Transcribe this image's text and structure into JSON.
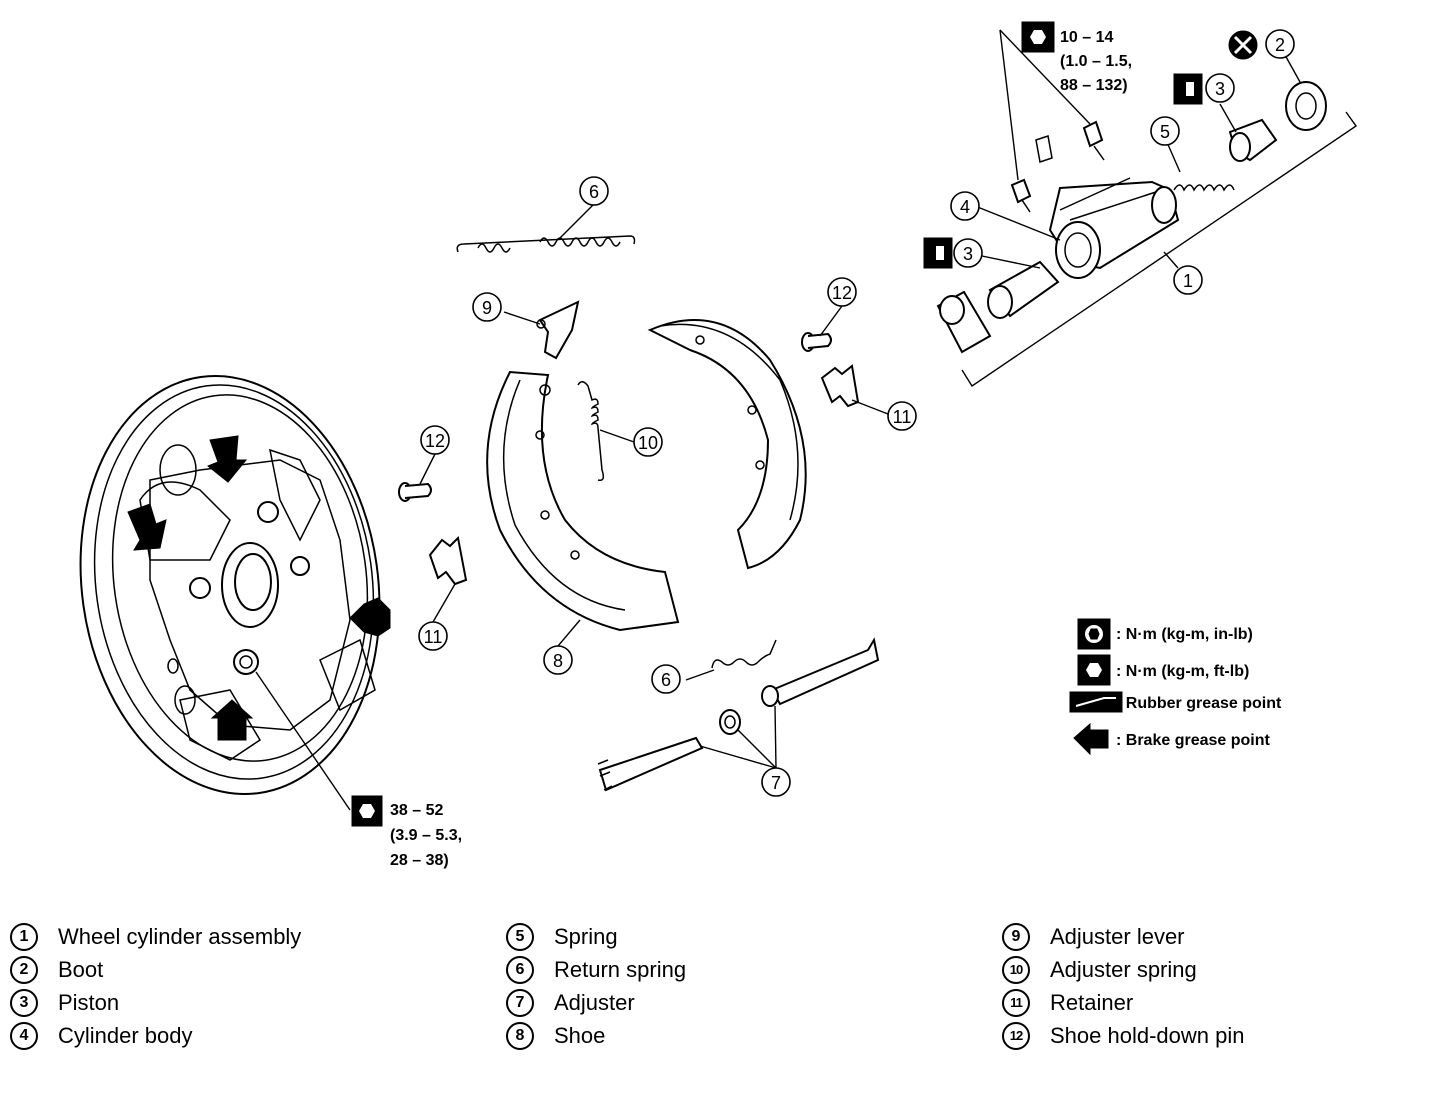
{
  "callouts": {
    "c1": "1",
    "c2": "2",
    "c3a": "3",
    "c3b": "3",
    "c4": "4",
    "c5": "5",
    "c6a": "6",
    "c6b": "6",
    "c7": "7",
    "c8": "8",
    "c9": "9",
    "c10": "10",
    "c11a": "11",
    "c11b": "11",
    "c12a": "12",
    "c12b": "12"
  },
  "torque_specs": {
    "bleeder": {
      "line1": "10 – 14",
      "line2": "(1.0 – 1.5,",
      "line3": "88 – 132)"
    },
    "plate": {
      "line1": "38 – 52",
      "line2": "(3.9 – 5.3,",
      "line3": "28 – 38)"
    }
  },
  "legend": {
    "inlb": ": N·m (kg-m, in-lb)",
    "ftlb": ": N·m (kg-m, ft-lb)",
    "rubber": ": Rubber grease point",
    "brake": ": Brake grease point"
  },
  "parts": [
    {
      "num": "1",
      "name": "Wheel cylinder assembly"
    },
    {
      "num": "2",
      "name": "Boot"
    },
    {
      "num": "3",
      "name": "Piston"
    },
    {
      "num": "4",
      "name": "Cylinder body"
    },
    {
      "num": "5",
      "name": "Spring"
    },
    {
      "num": "6",
      "name": "Return spring"
    },
    {
      "num": "7",
      "name": "Adjuster"
    },
    {
      "num": "8",
      "name": "Shoe"
    },
    {
      "num": "9",
      "name": "Adjuster lever"
    },
    {
      "num": "10",
      "name": "Adjuster spring"
    },
    {
      "num": "11",
      "name": "Retainer"
    },
    {
      "num": "12",
      "name": "Shoe hold-down pin"
    }
  ],
  "colors": {
    "ink": "#000000",
    "paper": "#ffffff"
  }
}
